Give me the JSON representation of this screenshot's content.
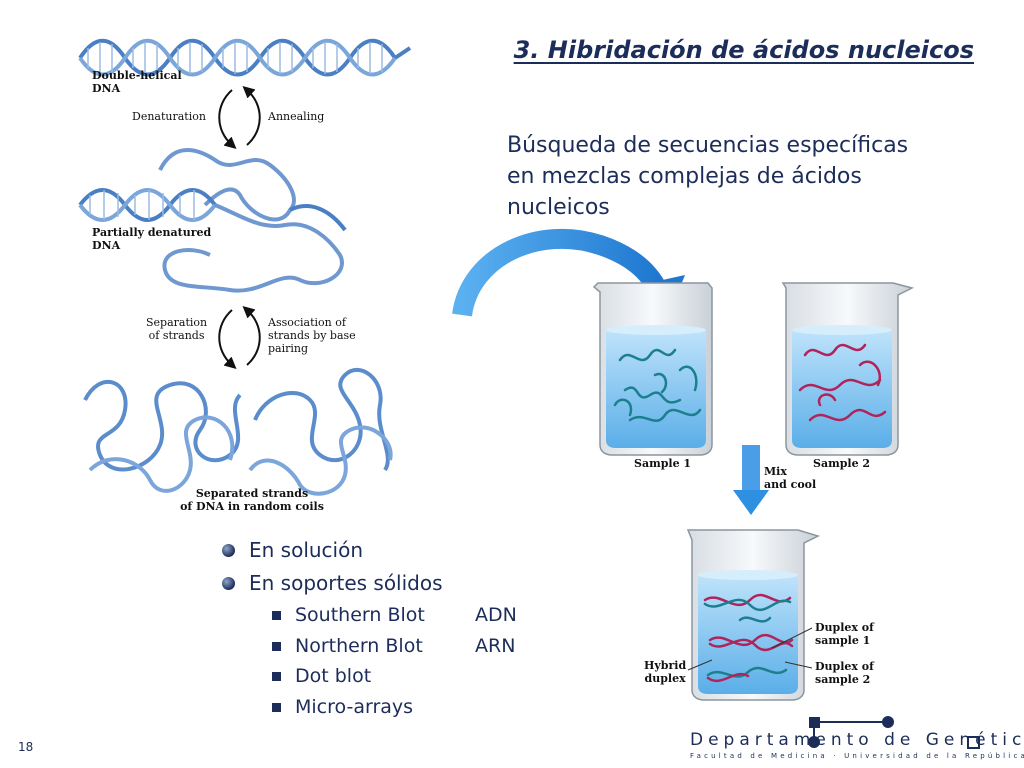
{
  "slide": {
    "title": "3. Hibridación de ácidos nucleicos",
    "subtitle_lines": [
      "Búsqueda de secuencias específicas",
      "en mezclas complejas de ácidos",
      "nucleicos"
    ],
    "page_number": "18"
  },
  "figure_left": {
    "label_ds_1": "Double-helical",
    "label_ds_2": "DNA",
    "label_denat": "Denaturation",
    "label_anneal": "Annealing",
    "label_partial_1": "Partially denatured",
    "label_partial_2": "DNA",
    "label_sep_1": "Separation",
    "label_sep_2": "of strands",
    "label_assoc_1": "Association of",
    "label_assoc_2": "strands by base",
    "label_assoc_3": "pairing",
    "label_random_1": "Separated strands",
    "label_random_2": "of DNA in random coils"
  },
  "figure_right": {
    "sample1": "Sample 1",
    "sample2": "Sample 2",
    "mix_1": "Mix",
    "mix_2": "and cool",
    "duplex1_1": "Duplex of",
    "duplex1_2": "sample 1",
    "duplex2_1": "Duplex of",
    "duplex2_2": "sample 2",
    "hybrid_1": "Hybrid",
    "hybrid_2": "duplex",
    "colors": {
      "sample1_strand": "#1c7f8e",
      "sample2_strand": "#b0245a",
      "liquid": "#7fc6f2",
      "arrow": "#2f8fe0"
    }
  },
  "bullets": [
    {
      "text": "En solución"
    },
    {
      "text": "En soportes sólidos"
    }
  ],
  "subbullets": [
    {
      "name": "Southern Blot",
      "type": "ADN"
    },
    {
      "name": "Northern Blot",
      "type": "ARN"
    },
    {
      "name": "Dot blot",
      "type": ""
    },
    {
      "name": "Micro-arrays",
      "type": ""
    }
  ],
  "footer": {
    "department": "Departamento de Genética",
    "faculty": "Facultad de Medicina · Universidad de la República"
  },
  "theme": {
    "text": "#1c2d5a",
    "helix": "#4a7fc4"
  }
}
